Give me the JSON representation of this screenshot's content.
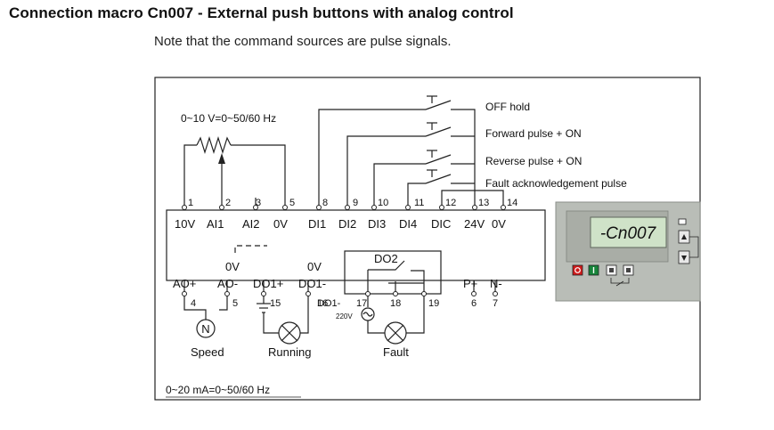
{
  "title": "Connection macro Cn007 - External push buttons with analog control",
  "note": "Note that the command sources are pulse signals.",
  "potentiometer_label": "0~10 V=0~50/60 Hz",
  "analog_output_label": "0~20 mA=0~50/60 Hz",
  "switch_labels": [
    "OFF hold",
    "Forward pulse + ON",
    "Reverse pulse + ON",
    "Fault acknowledgement pulse"
  ],
  "top_terminals": [
    {
      "num": "1",
      "name": "10V"
    },
    {
      "num": "2",
      "name": "AI1"
    },
    {
      "num": "3",
      "name": "AI2"
    },
    {
      "num": "5",
      "name": "0V"
    },
    {
      "num": "8",
      "name": "DI1"
    },
    {
      "num": "9",
      "name": "DI2"
    },
    {
      "num": "10",
      "name": "DI3"
    },
    {
      "num": "11",
      "name": "DI4"
    },
    {
      "num": "12",
      "name": "DIC"
    },
    {
      "num": "13",
      "name": "24V"
    },
    {
      "num": "14",
      "name": "0V"
    }
  ],
  "bottom_terminals": [
    {
      "num": "4",
      "name": "AO+"
    },
    {
      "num": "5",
      "name": "AO-"
    },
    {
      "num": "15",
      "name": "DO1+"
    },
    {
      "num": "16",
      "name": "DO1-"
    },
    {
      "num": "17",
      "name": ""
    },
    {
      "num": "18",
      "name": ""
    },
    {
      "num": "19",
      "name": ""
    },
    {
      "num": "6",
      "name": "P+"
    },
    {
      "num": "7",
      "name": "N-"
    }
  ],
  "bottom_0v_labels": [
    "0V",
    "0V"
  ],
  "relay_label": "DO2",
  "voltage_label": "220V",
  "meter_symbol": "N",
  "output_labels": {
    "speed": "Speed",
    "running": "Running",
    "fault": "Fault"
  },
  "display_text": "-Cn007",
  "colors": {
    "line": "#222222",
    "panel": "#b9bdb7",
    "lcd": "#cfe2c8",
    "lcd_text": "#1a1a1a",
    "red": "#d01a1a",
    "green": "#17843a"
  }
}
